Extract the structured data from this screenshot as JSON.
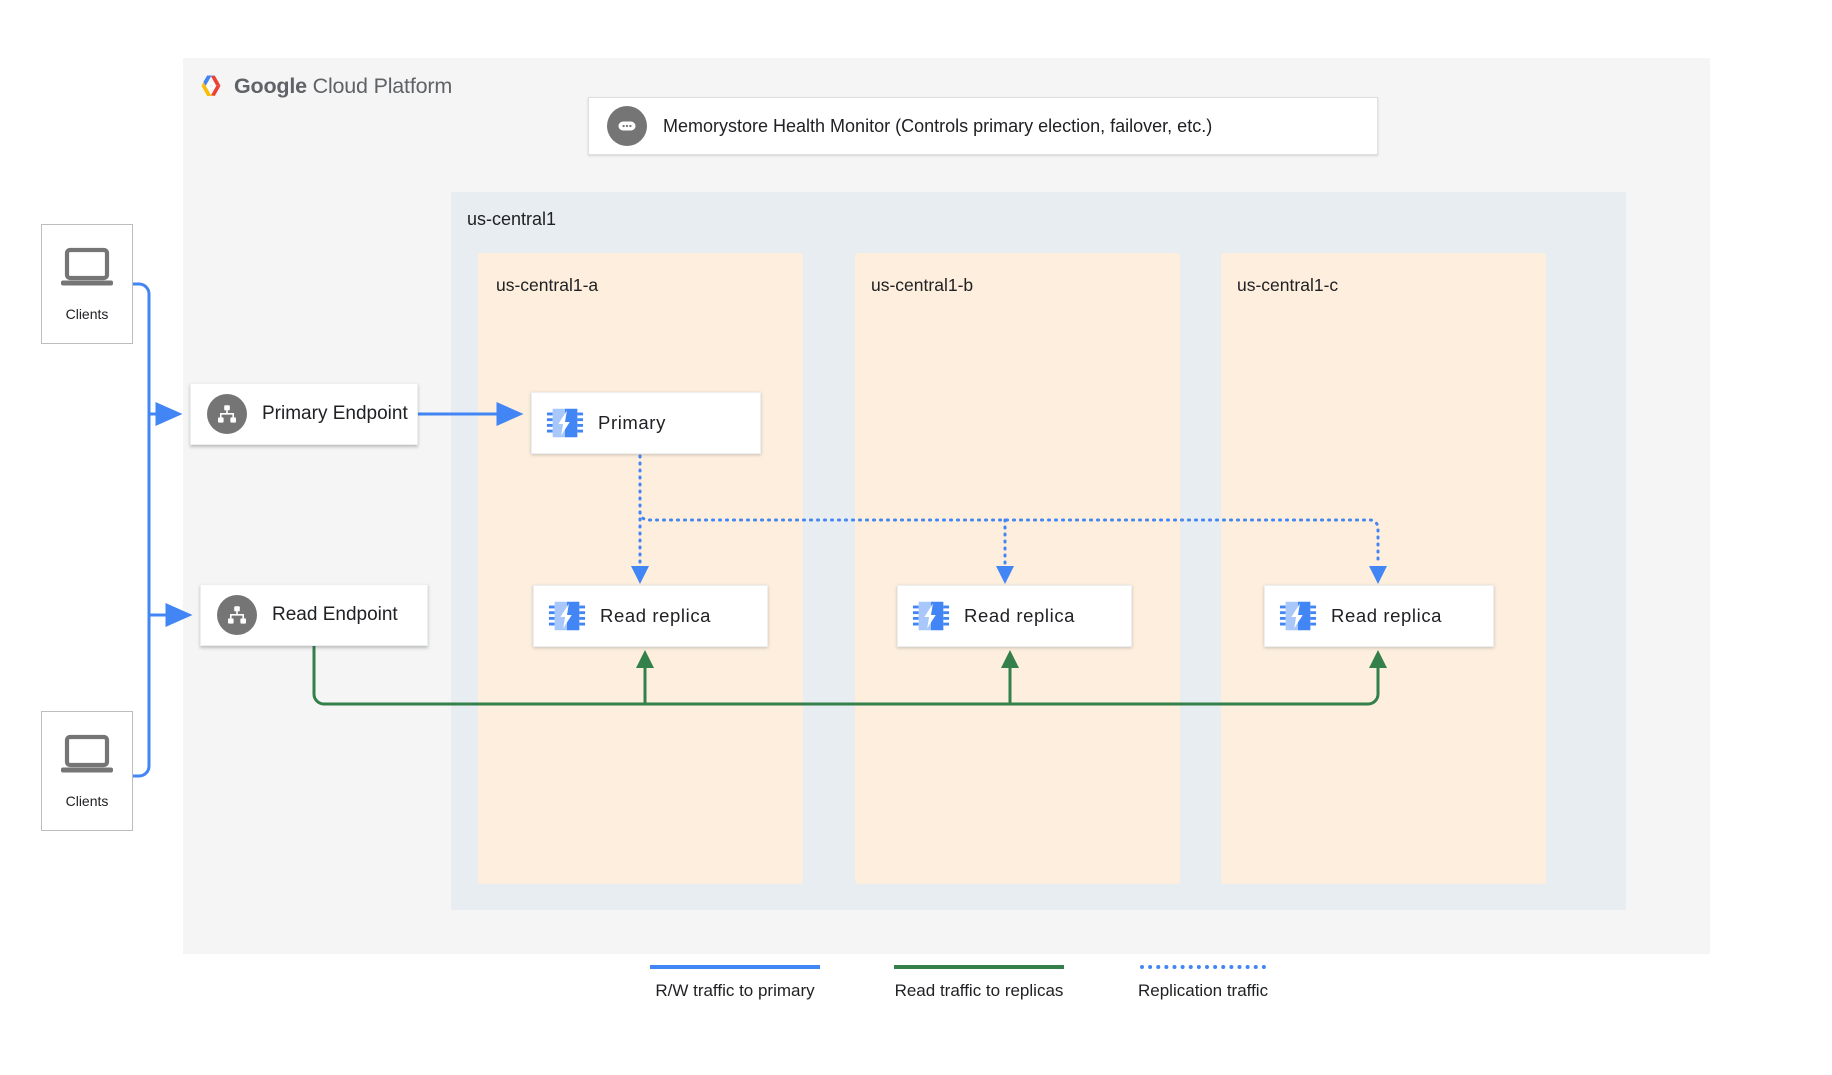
{
  "platform": {
    "brand_bold": "Google",
    "brand_light": " Cloud Platform",
    "logo_icon": "google-cloud-hexagon-icon"
  },
  "health_monitor": {
    "icon": "health-monitor-icon",
    "text": "Memorystore Health Monitor (Controls primary election, failover, etc.)"
  },
  "region": {
    "label": "us-central1",
    "zones": [
      {
        "label": "us-central1-a",
        "node": {
          "label": "Primary",
          "icon": "memorystore-chip-icon"
        },
        "replica": {
          "label": "Read replica",
          "icon": "memorystore-chip-icon"
        }
      },
      {
        "label": "us-central1-b",
        "replica": {
          "label": "Read replica",
          "icon": "memorystore-chip-icon"
        }
      },
      {
        "label": "us-central1-c",
        "replica": {
          "label": "Read replica",
          "icon": "memorystore-chip-icon"
        }
      }
    ]
  },
  "endpoints": [
    {
      "label": "Primary Endpoint",
      "icon": "endpoint-hierarchy-icon"
    },
    {
      "label": "Read Endpoint",
      "icon": "endpoint-hierarchy-icon"
    }
  ],
  "clients": [
    {
      "label": "Clients",
      "icon": "laptop-icon"
    },
    {
      "label": "Clients",
      "icon": "laptop-icon"
    }
  ],
  "legend": [
    {
      "label": "R/W traffic to primary",
      "color": "#4285f4",
      "style": "solid"
    },
    {
      "label": "Read traffic to replicas",
      "color": "#34804a",
      "style": "solid"
    },
    {
      "label": "Replication traffic",
      "color": "#4285f4",
      "style": "dotted"
    }
  ],
  "colors": {
    "blue": "#4285f4",
    "green": "#34804a",
    "zone_fill": "#fdeedd",
    "region_fill": "#e8edf1",
    "panel_fill": "#f5f5f5",
    "icon_gray": "#757575"
  }
}
